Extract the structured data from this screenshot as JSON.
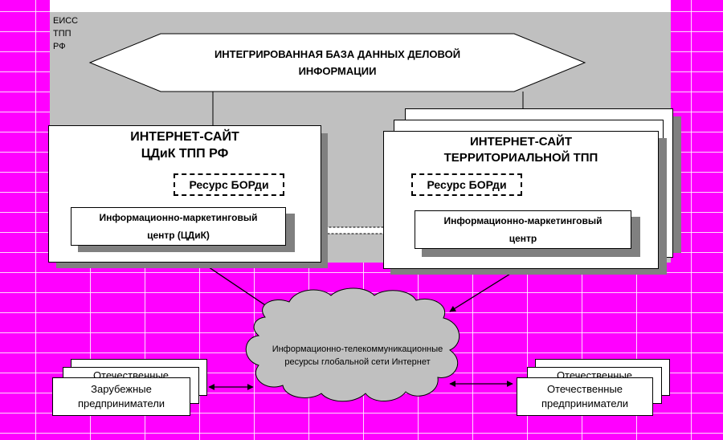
{
  "corner_label": [
    "ЕИСС",
    "ТПП",
    "РФ"
  ],
  "database": {
    "line1": "ИНТЕГРИРОВАННАЯ БАЗА ДАННЫХ ДЕЛОВОЙ",
    "line2": "ИНФОРМАЦИИ"
  },
  "left_site": {
    "title_line1": "ИНТЕРНЕТ-САЙТ",
    "title_line2": "ЦДиК ТПП РФ",
    "resource": "Ресурс БОРди",
    "center_line1": "Информационно-маркетинговый",
    "center_line2": "центр (ЦДиК)"
  },
  "right_site": {
    "title_line1": "ИНТЕРНЕТ-САЙТ",
    "title_line2": "ТЕРРИТОРИАЛЬНОЙ ТПП",
    "resource": "Ресурс БОРди",
    "center_line1": "Информационно-маркетинговый",
    "center_line2": "центр"
  },
  "cloud": {
    "line1": "Информационно-телекоммуникационные",
    "line2": "ресурсы глобальной сети Интернет"
  },
  "left_group": {
    "back_label": "Отечественные",
    "line1": "Зарубежные",
    "line2": "предприниматели"
  },
  "right_group": {
    "back_label": "Отечественные",
    "line1": "Отечественные",
    "line2": "предприниматели"
  },
  "colors": {
    "background": "#ff00ff",
    "panel": "#c0c0c0",
    "shadow": "#808080"
  }
}
